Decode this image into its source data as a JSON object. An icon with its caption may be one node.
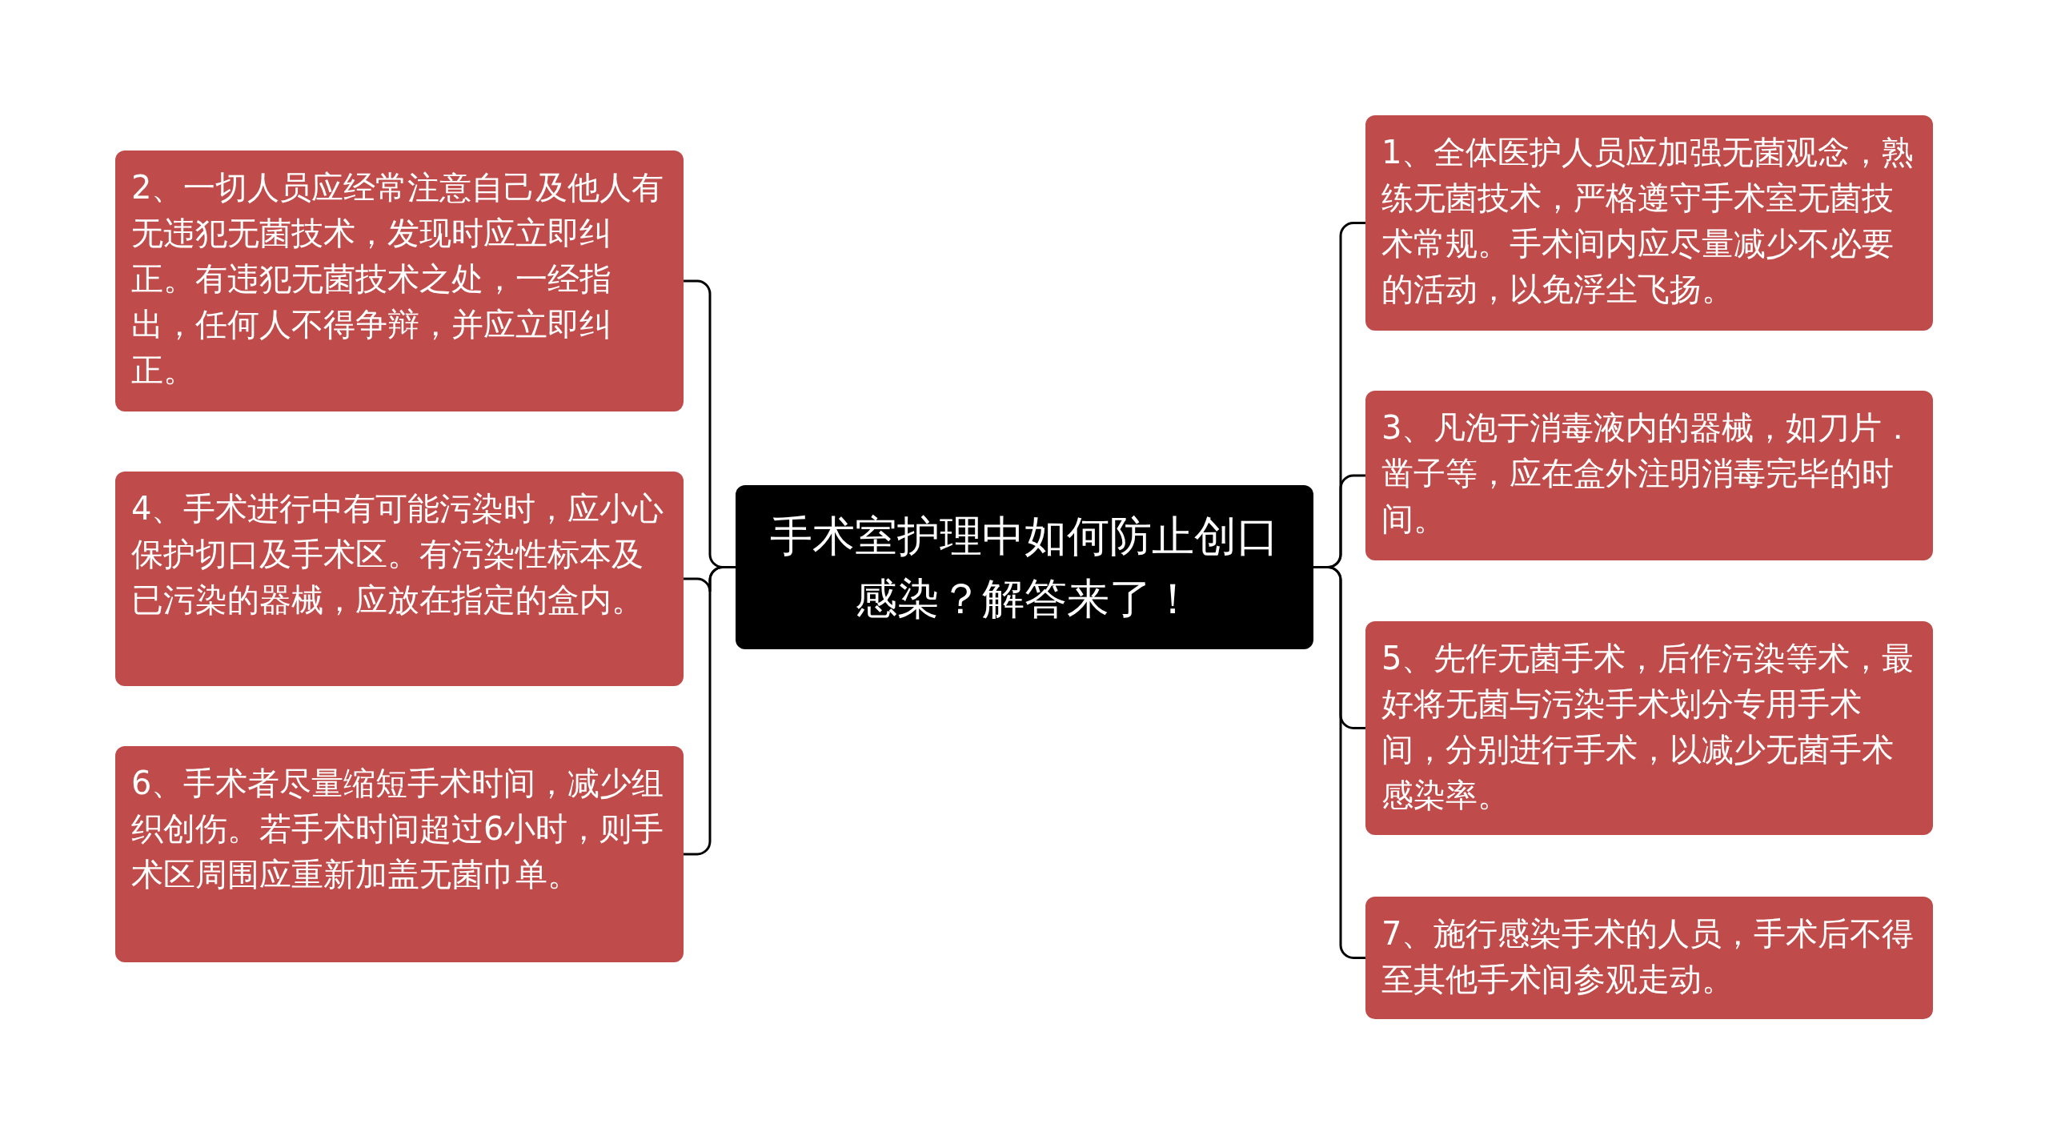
{
  "diagram": {
    "nodes": [
      {
        "text": [
          "手术室护理中如何防止创口感染？解答来了！"
        ]
      },
      {
        "text": [
          "1、全体医护人员应加强无菌观念，熟练无菌技术，严格遵守手术室无菌技术常规。手术间内应尽量减少不必要的活动，以免浮尘飞扬。"
        ]
      },
      {
        "text": [
          "2、一切人员应经常注意自己及他人有无违犯无菌技术，发现时应立即纠正。有违犯无菌技术之处，一经指出，任何人不得争辩，并应立即纠正。"
        ]
      },
      {
        "text": [
          "3、凡泡于消毒液内的器械，如刀片．凿子等，应在盒外注明消毒完毕的时间。"
        ]
      },
      {
        "text": [
          "4、手术进行中有可能污染时，应小心保护切口及手术区。有污染性标本及已污染的器械，应放在指定的盒内。"
        ]
      },
      {
        "text": [
          "5、先作无菌手术，后作污染等术，最好将无菌与污染手术划分专用手术间，分别进行手术，以减少无菌手术感染率。"
        ]
      },
      {
        "text": [
          "6、手术者尽量缩短手术时间，减少组织创伤。若手术时间超过6小时，则手术区周围应重新加盖无菌巾单。"
        ]
      },
      {
        "text": [
          "7、施行感染手术的人员，手术后不得至其他手术间参观走动。"
        ]
      }
    ],
    "edges": [
      {
        "from": 0,
        "to": 1,
        "arrow": "none"
      },
      {
        "from": 0,
        "to": 2,
        "arrow": "none"
      },
      {
        "from": 0,
        "to": 3,
        "arrow": "none"
      },
      {
        "from": 0,
        "to": 4,
        "arrow": "none"
      },
      {
        "from": 0,
        "to": 5,
        "arrow": "none"
      },
      {
        "from": 0,
        "to": 6,
        "arrow": "none"
      },
      {
        "from": 0,
        "to": 7,
        "arrow": "none"
      }
    ]
  }
}
